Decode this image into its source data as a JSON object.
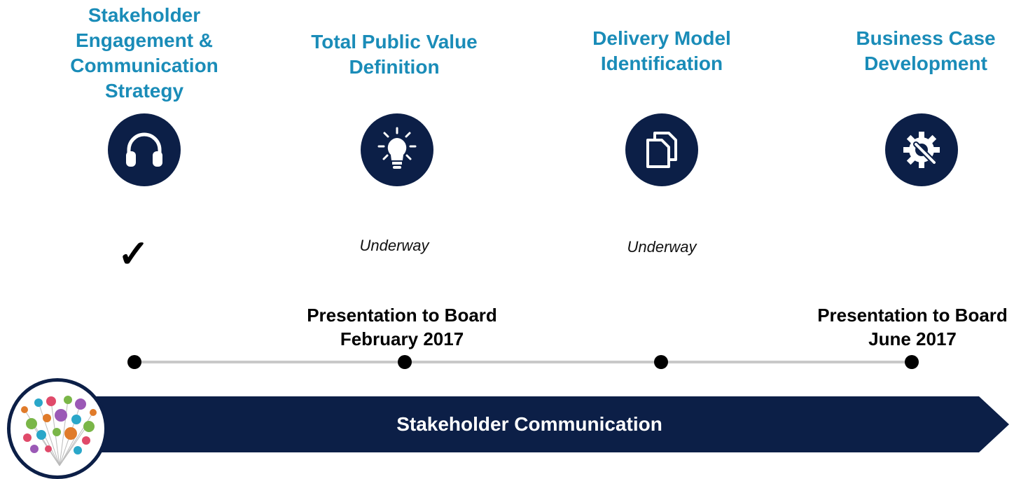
{
  "stages": [
    {
      "title": "Stakeholder\nEngagement &\nCommunication\nStrategy",
      "icon": "headphones-icon",
      "status": "✓"
    },
    {
      "title": "Total Public Value\nDefinition",
      "icon": "lightbulb-icon",
      "status": "Underway"
    },
    {
      "title": "Delivery Model\nIdentification",
      "icon": "documents-icon",
      "status": "Underway"
    },
    {
      "title": "Business Case\nDevelopment",
      "icon": "gear-wrench-icon",
      "status": ""
    }
  ],
  "milestones": [
    {
      "label": "Presentation to Board\nFebruary 2017"
    },
    {
      "label": "Presentation to Board\nJune 2017"
    }
  ],
  "banner": {
    "label": "Stakeholder Communication",
    "icon": "stakeholder-network-icon"
  },
  "colors": {
    "title": "#1a8cb8",
    "navy": "#0c1f47",
    "line": "#c9c9c9"
  }
}
